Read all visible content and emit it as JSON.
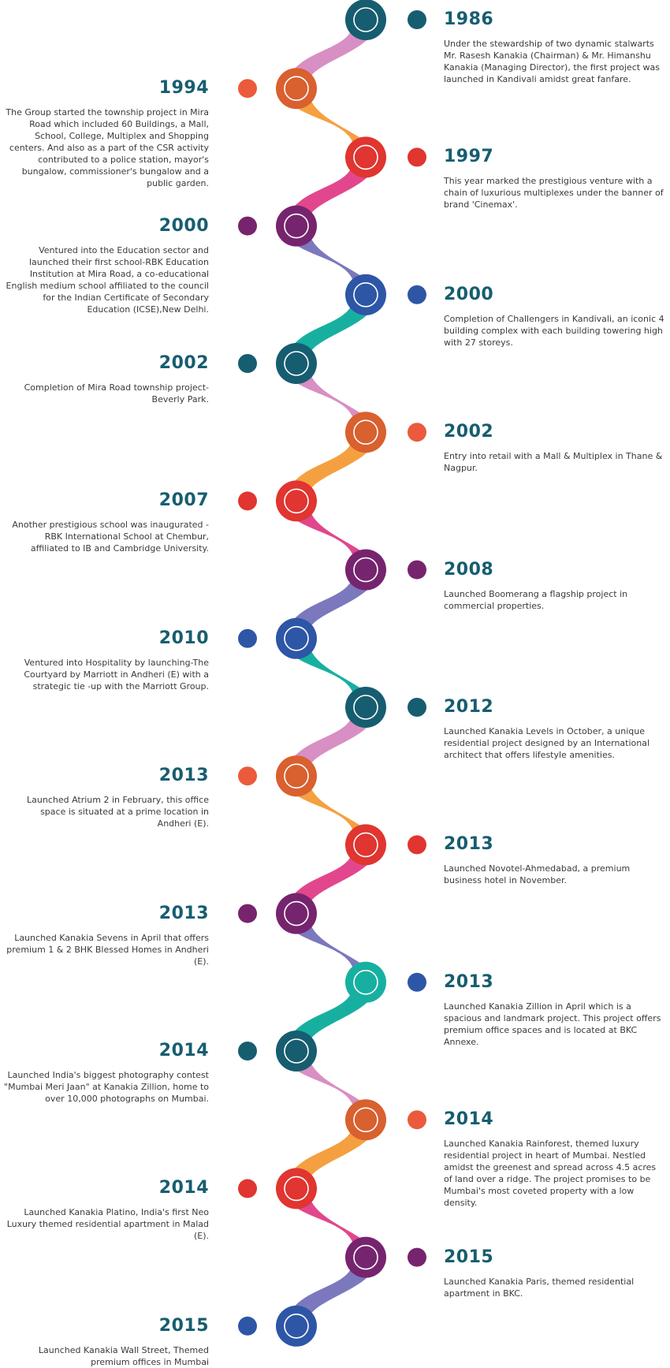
{
  "milestones": [
    {
      "year": "1986",
      "side": "right",
      "color": "teal",
      "text": "Under the stewardship of two dynamic stalwarts Mr. Rasesh Kanakia (Chairman) & Mr. Himanshu Kanakia (Managing Director), the first project was launched in Kandivali amidst great fanfare."
    },
    {
      "year": "1994",
      "side": "left",
      "color": "orange",
      "text": "The Group started the township project in Mira Road which included 60 Buildings, a Mall, School, College, Multiplex and Shopping centers. And also as a part of the CSR activity contributed to a police station, mayor's bungalow, commissioner's bungalow and a public garden."
    },
    {
      "year": "1997",
      "side": "right",
      "color": "red",
      "text": "This year marked the prestigious venture with a chain of luxurious multiplexes under the banner of brand 'Cinemax'."
    },
    {
      "year": "2000",
      "side": "left",
      "color": "purple",
      "text": "Ventured into the Education sector and launched their first school-RBK Education Institution at Mira Road, a co-educational English medium school affiliated to the council for the Indian Certificate of Secondary Education (ICSE),New Delhi."
    },
    {
      "year": "2000",
      "side": "right",
      "color": "blue",
      "text": "Completion of Challengers in Kandivali, an iconic 4 building complex with each building towering high with 27 storeys."
    },
    {
      "year": "2002",
      "side": "left",
      "color": "teal",
      "text": "Completion of Mira Road township project-Beverly Park."
    },
    {
      "year": "2002",
      "side": "right",
      "color": "orange",
      "text": "Entry into retail with a Mall & Multiplex in Thane & Nagpur."
    },
    {
      "year": "2007",
      "side": "left",
      "color": "red",
      "text": "Another prestigious school was inaugurated -RBK International School at Chembur, affiliated to IB and Cambridge University."
    },
    {
      "year": "2008",
      "side": "right",
      "color": "purple",
      "text": "Launched Boomerang a flagship project in commercial properties."
    },
    {
      "year": "2010",
      "side": "left",
      "color": "blue",
      "text": "Ventured into Hospitality by launching-The Courtyard by Marriott in Andheri (E) with a strategic tie -up with the Marriott Group."
    },
    {
      "year": "2012",
      "side": "right",
      "color": "teal",
      "text": "Launched Kanakia Levels in October, a unique residential project designed by an International architect that offers lifestyle amenities."
    },
    {
      "year": "2013",
      "side": "left",
      "color": "orange",
      "text": "Launched Atrium 2 in February, this office space is situated at a prime location in Andheri (E)."
    },
    {
      "year": "2013",
      "side": "right",
      "color": "red",
      "text": "Launched Novotel-Ahmedabad, a premium business hotel in November."
    },
    {
      "year": "2013",
      "side": "left",
      "color": "purple",
      "text": "Launched Kanakia Sevens in April that offers premium 1 & 2 BHK Blessed Homes in Andheri (E)."
    },
    {
      "year": "2013",
      "side": "right",
      "color": "blue",
      "text": "Launched Kanakia Zillion in April which is a spacious and landmark project. This project offers premium office spaces and is located at BKC Annexe."
    },
    {
      "year": "2014",
      "side": "left",
      "color": "teal",
      "text": "Launched India's biggest photography contest \"Mumbai Meri Jaan\" at Kanakia Zillion, home to over 10,000 photographs on Mumbai."
    },
    {
      "year": "2014",
      "side": "right",
      "color": "orange",
      "text": "Launched Kanakia Rainforest, themed luxury residential project in heart of Mumbai. Nestled amidst the greenest and spread across 4.5 acres of land over a ridge. The project promises to be Mumbai's most coveted property with a low density."
    },
    {
      "year": "2014",
      "side": "left",
      "color": "red",
      "text": "Launched Kanakia Platino, India's first Neo Luxury themed residential apartment in Malad (E)."
    },
    {
      "year": "2015",
      "side": "right",
      "color": "purple",
      "text": "Launched Kanakia Paris, themed residential apartment in BKC."
    },
    {
      "year": "2015",
      "side": "left",
      "color": "blue",
      "text": "Launched Kanakia Wall Street, Themed premium offices in Mumbai"
    }
  ],
  "palette": {
    "teal": "#175d70",
    "orange": "#d9602f",
    "red": "#e03530",
    "purple": "#76246e",
    "blue": "#2e56a6",
    "dot_orange": "#eb5a3c"
  },
  "connectors": [
    "#d88fc4",
    "#f5a040",
    "#e2478d",
    "#7b78bd",
    "#17b0a0",
    "#d88fc4",
    "#f5a040",
    "#e2478d",
    "#7b78bd",
    "#17b0a0",
    "#d88fc4",
    "#f5a040",
    "#e2478d",
    "#7b78bd",
    "#17b0a0",
    "#d88fc4",
    "#f5a040",
    "#e2478d",
    "#7b78bd"
  ],
  "node_overrides": {
    "14": "#17b0a0"
  }
}
